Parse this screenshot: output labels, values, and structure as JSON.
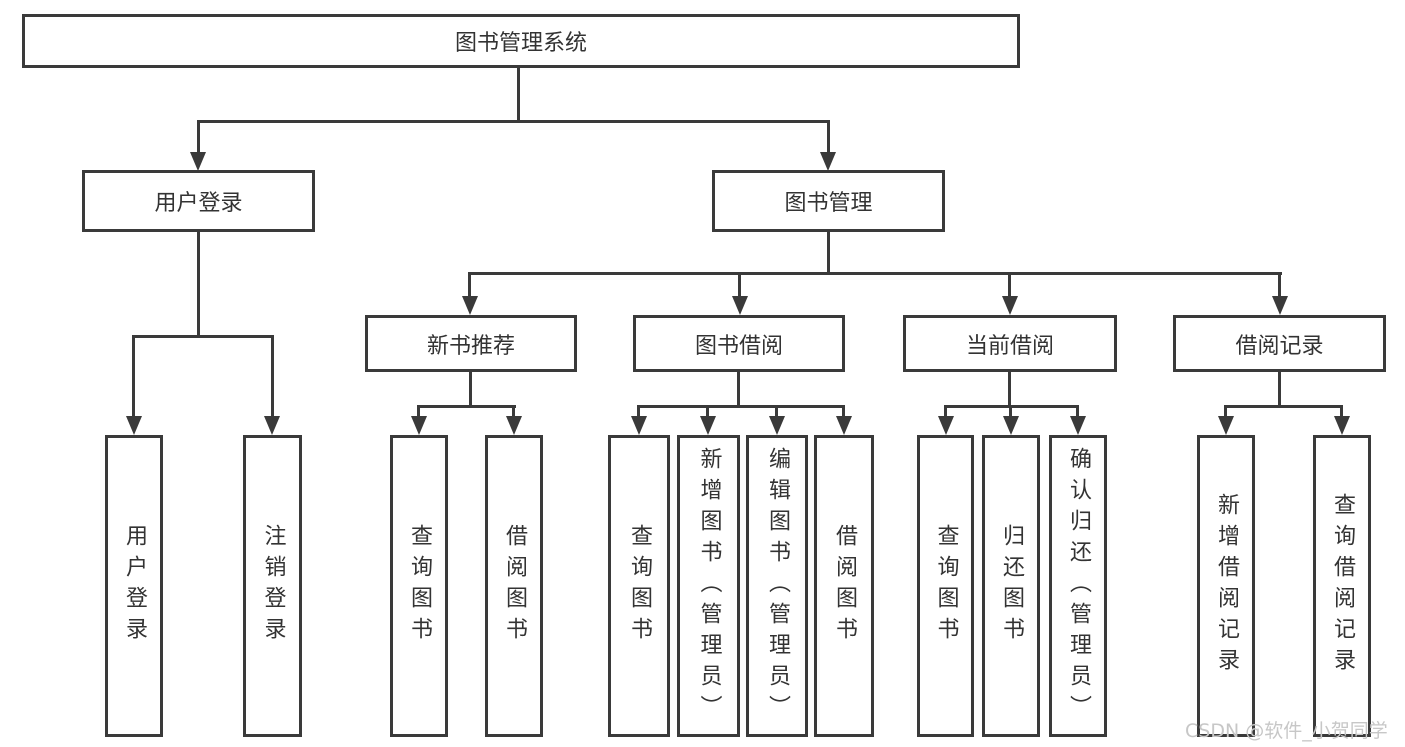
{
  "tree": {
    "root": {
      "label": "图书管理系统"
    },
    "branches": [
      {
        "label": "用户登录",
        "children": [
          {
            "label": "用户登录"
          },
          {
            "label": "注销登录"
          }
        ]
      },
      {
        "label": "图书管理",
        "children": [
          {
            "label": "新书推荐",
            "children": [
              {
                "label": "查询图书"
              },
              {
                "label": "借阅图书"
              }
            ]
          },
          {
            "label": "图书借阅",
            "children": [
              {
                "label": "查询图书"
              },
              {
                "label": "新增图书（管理员）"
              },
              {
                "label": "编辑图书（管理员）"
              },
              {
                "label": "借阅图书"
              }
            ]
          },
          {
            "label": "当前借阅",
            "children": [
              {
                "label": "查询图书"
              },
              {
                "label": "归还图书"
              },
              {
                "label": "确认归还（管理员）"
              }
            ]
          },
          {
            "label": "借阅记录",
            "children": [
              {
                "label": "新增借阅记录"
              },
              {
                "label": "查询借阅记录"
              }
            ]
          }
        ]
      }
    ]
  },
  "watermark": {
    "text": "CSDN @软件_小贺同学"
  },
  "colors": {
    "line": "#3a3a3a",
    "text": "#333333",
    "watermark": "#c7c7c7",
    "background": "#ffffff"
  }
}
